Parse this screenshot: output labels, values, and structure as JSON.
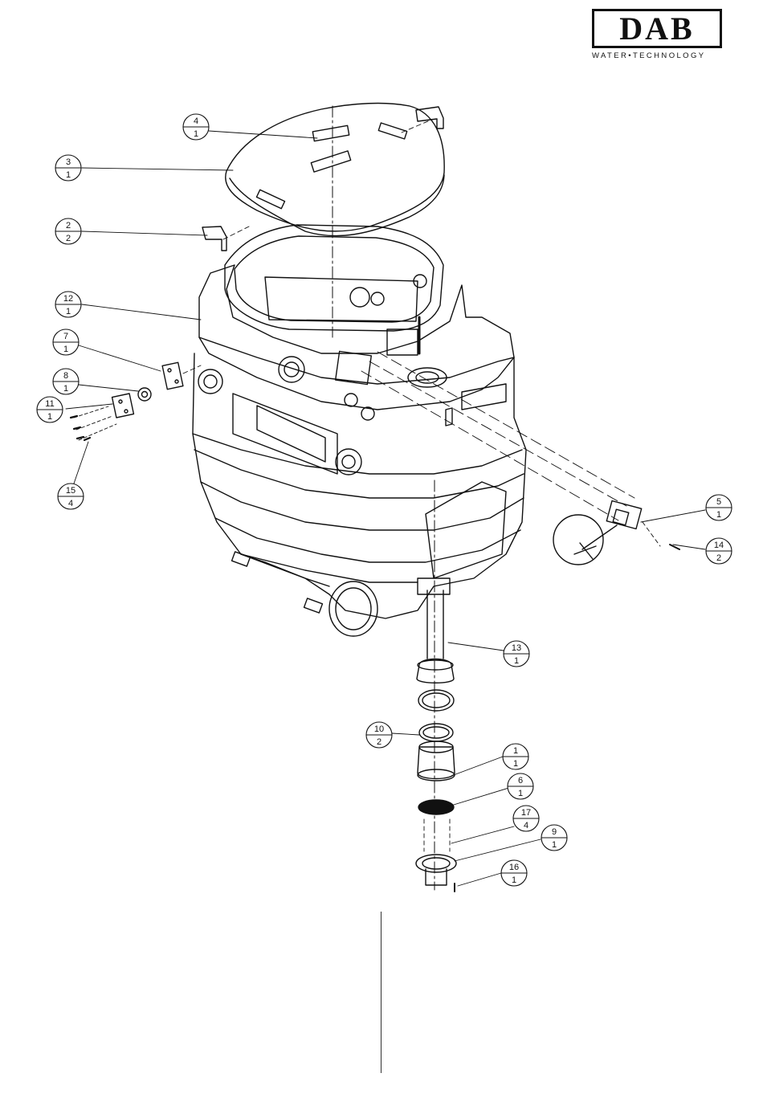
{
  "logo": {
    "brand": "DAB",
    "tagline": "WATER•TECHNOLOGY"
  },
  "callouts": [
    {
      "id": "c4",
      "top": "4",
      "bottom": "1"
    },
    {
      "id": "c3",
      "top": "3",
      "bottom": "1"
    },
    {
      "id": "c2",
      "top": "2",
      "bottom": "2"
    },
    {
      "id": "c12",
      "top": "12",
      "bottom": "1"
    },
    {
      "id": "c7",
      "top": "7",
      "bottom": "1"
    },
    {
      "id": "c8",
      "top": "8",
      "bottom": "1"
    },
    {
      "id": "c11",
      "top": "11",
      "bottom": "1"
    },
    {
      "id": "c15",
      "top": "15",
      "bottom": "4"
    },
    {
      "id": "c5",
      "top": "5",
      "bottom": "1"
    },
    {
      "id": "c14",
      "top": "14",
      "bottom": "2"
    },
    {
      "id": "c13",
      "top": "13",
      "bottom": "1"
    },
    {
      "id": "c10",
      "top": "10",
      "bottom": "2"
    },
    {
      "id": "c1",
      "top": "1",
      "bottom": "1"
    },
    {
      "id": "c6",
      "top": "6",
      "bottom": "1"
    },
    {
      "id": "c17",
      "top": "17",
      "bottom": "4"
    },
    {
      "id": "c9",
      "top": "9",
      "bottom": "1"
    },
    {
      "id": "c16",
      "top": "16",
      "bottom": "1"
    }
  ]
}
